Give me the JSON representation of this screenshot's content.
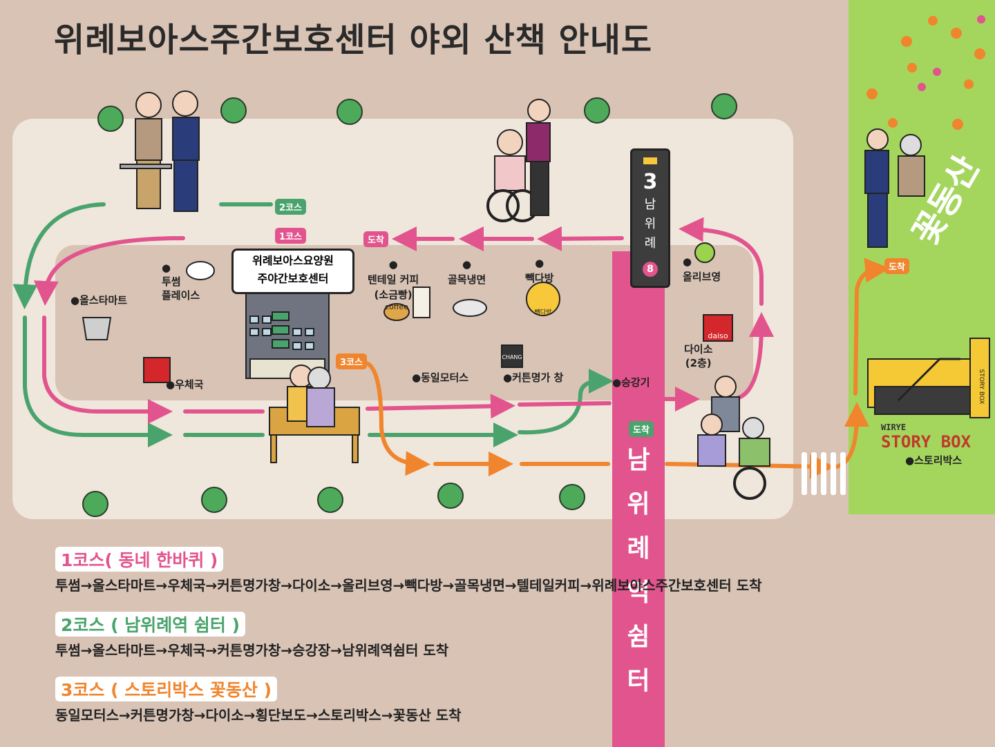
{
  "title": "위례보아스주간보호센터 야외 산책 안내도",
  "center_sign": [
    "위례보아스요양원",
    "주야간보호센터"
  ],
  "station": {
    "line_num": "3",
    "name_vertical": [
      "남",
      "위",
      "례"
    ],
    "line_badge": "8"
  },
  "shelter_vertical": [
    "남",
    "위",
    "례",
    "역",
    "쉼",
    "터"
  ],
  "course_tags": {
    "course2": "2코스",
    "course1": "1코스",
    "course3": "3코스",
    "arrive": "도착"
  },
  "places": {
    "tusseom": [
      "투썸",
      "플레이스"
    ],
    "allstar": "●올스타마트",
    "post": "●우체국",
    "tentail": [
      "텐테일 커피",
      "(소금빵)"
    ],
    "golmok": "골목냉면",
    "paik": "빽다방",
    "paik_logo": "빽다방",
    "olive": "올리브영",
    "daiso": [
      "다이소",
      "(2층)"
    ],
    "dongil": "●동일모터스",
    "curtain": "●커튼명가 창",
    "elevator": "●승강기",
    "storybox": "●스토리박스",
    "chang_logo": "CHANG",
    "coffee_cup": "coffee",
    "daiso_logo": "daiso",
    "storybox_vertical": "STORY BOX",
    "wirye_small": "WIRYE"
  },
  "storybox_logo": [
    "WIRYE",
    "STORY BOX"
  ],
  "park_name": "꽃동산",
  "legend": [
    {
      "title": "1코스( 동네 한바퀴 )",
      "route": "투썸→올스타마트→우체국→커튼명가창→다이소→올리브영→빽다방→골목냉면→텔테일커피→위례보아스주간보호센터 도착",
      "color": "#e2548d"
    },
    {
      "title": "2코스 ( 남위례역 쉼터 )",
      "route": "투썸→올스타마트→우체국→커튼명가창→승강장→남위례역쉼터  도착",
      "color": "#4aa36c"
    },
    {
      "title": "3코스 ( 스토리박스 꽃동산 )",
      "route": "동일모터스→커튼명가창→다이소→횡단보도→스토리박스→꽃동산 도착",
      "color": "#f0852d"
    }
  ],
  "colors": {
    "course1": "#e2548d",
    "course2": "#4aa36c",
    "course3": "#f0852d",
    "road": "#efe6dc",
    "park": "#a4d65e",
    "ground": "#d8c3b5"
  }
}
